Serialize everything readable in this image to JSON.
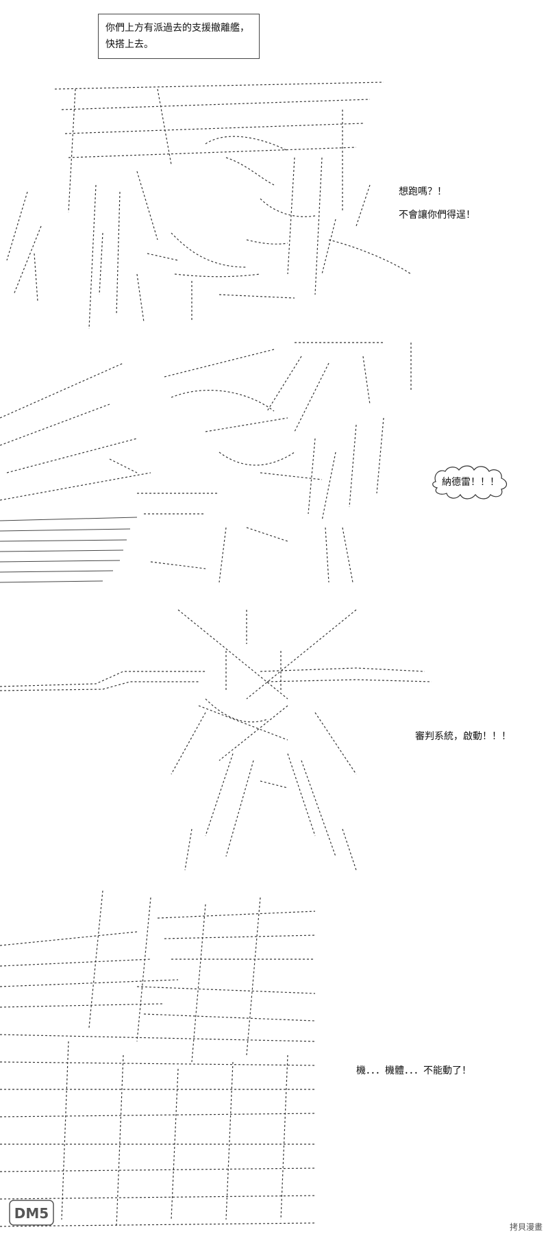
{
  "panels": {
    "panel1": {
      "narration": [
        "你們上方有派過去的支援撤離艦，",
        "快搭上去。"
      ],
      "dialogue": [
        "想跑嗎？！",
        "不會讓你們得逞！"
      ]
    },
    "panel2": {
      "sfx": "納德雷！！！"
    },
    "panel3": {
      "dialogue": "審判系統，啟動！！！"
    },
    "panel4": {
      "dialogue": "機．．．機體．．．不能動了！"
    }
  },
  "branding": {
    "logo": "DM5",
    "watermark": "拷貝漫畫"
  },
  "colors": {
    "ink": "#222222",
    "background": "#ffffff"
  }
}
